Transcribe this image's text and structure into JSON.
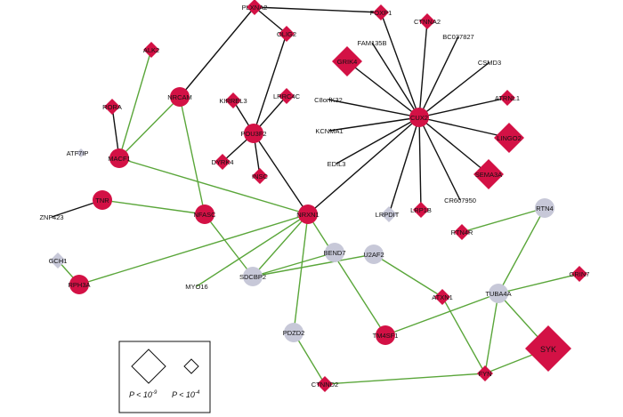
{
  "colors": {
    "green": "#5aa63a",
    "black": "#111111",
    "red": "#d31145",
    "grey": "#c7c8d8"
  },
  "nodes": [
    {
      "id": "PLXNA2",
      "label": "PLXNA2",
      "shape": "diamond",
      "color": "red"
    },
    {
      "id": "FOXP1",
      "label": "FOXP1",
      "shape": "diamond",
      "color": "red"
    },
    {
      "id": "CTNNA2",
      "label": "CTNNA2",
      "shape": "diamond",
      "color": "red"
    },
    {
      "id": "ALK2",
      "label": "ALK2",
      "shape": "diamond",
      "color": "red"
    },
    {
      "id": "OLIG2",
      "label": "OLIG2",
      "shape": "diamond",
      "color": "red"
    },
    {
      "id": "FAM135B",
      "label": "FAM135B",
      "shape": "none",
      "color": "none"
    },
    {
      "id": "BC037827",
      "label": "BC037827",
      "shape": "none",
      "color": "none"
    },
    {
      "id": "GRIK4",
      "label": "GRIK4",
      "shape": "diamond-lg",
      "color": "red"
    },
    {
      "id": "CSMD3",
      "label": "CSMD3",
      "shape": "none",
      "color": "none"
    },
    {
      "id": "NRCAM",
      "label": "NRCAM",
      "shape": "circle",
      "color": "red"
    },
    {
      "id": "KIRREL3",
      "label": "KIRREL3",
      "shape": "diamond",
      "color": "red"
    },
    {
      "id": "LRRC4C",
      "label": "LRRC4C",
      "shape": "diamond",
      "color": "red"
    },
    {
      "id": "C8orf32",
      "label": "C8orfK32",
      "shape": "none",
      "color": "none"
    },
    {
      "id": "ATRNL1",
      "label": "ATRNL1",
      "shape": "diamond",
      "color": "red"
    },
    {
      "id": "RORA",
      "label": "RORA",
      "shape": "diamond",
      "color": "red"
    },
    {
      "id": "CUX2",
      "label": "CUX2",
      "shape": "circle",
      "color": "red"
    },
    {
      "id": "POU3F2",
      "label": "POU3F2",
      "shape": "circle",
      "color": "red"
    },
    {
      "id": "KCNMA1",
      "label": "KCNMA1",
      "shape": "none",
      "color": "none"
    },
    {
      "id": "LINGO2",
      "label": "LINGO2",
      "shape": "diamond-lg",
      "color": "red"
    },
    {
      "id": "ATF7IP",
      "label": "ATF7IP",
      "shape": "diamond-sm",
      "color": "grey"
    },
    {
      "id": "MACF1",
      "label": "MACF1",
      "shape": "circle",
      "color": "red"
    },
    {
      "id": "DYRK4",
      "label": "DYRK4",
      "shape": "diamond",
      "color": "red"
    },
    {
      "id": "EDIL3",
      "label": "EDIL3",
      "shape": "none",
      "color": "none"
    },
    {
      "id": "INSC",
      "label": "INSC",
      "shape": "diamond",
      "color": "red"
    },
    {
      "id": "SEMA3A",
      "label": "SEMA3A",
      "shape": "diamond-lg",
      "color": "red"
    },
    {
      "id": "TNR",
      "label": "TNR",
      "shape": "circle",
      "color": "red"
    },
    {
      "id": "CR607950",
      "label": "CR607950",
      "shape": "none",
      "color": "none"
    },
    {
      "id": "LRP1B",
      "label": "LRP1B",
      "shape": "diamond",
      "color": "red"
    },
    {
      "id": "ZNF423",
      "label": "ZNF423",
      "shape": "none",
      "color": "none"
    },
    {
      "id": "NFASC",
      "label": "NFASC",
      "shape": "circle",
      "color": "red"
    },
    {
      "id": "NRXN1",
      "label": "NRXN1",
      "shape": "circle",
      "color": "red"
    },
    {
      "id": "LRPDIT",
      "label": "LRPDIT",
      "shape": "diamond",
      "color": "grey"
    },
    {
      "id": "RTN4",
      "label": "RTN4",
      "shape": "circle",
      "color": "grey"
    },
    {
      "id": "RTN4R",
      "label": "RTN4R",
      "shape": "diamond",
      "color": "red"
    },
    {
      "id": "GCH1",
      "label": "GCH1",
      "shape": "diamond",
      "color": "grey"
    },
    {
      "id": "BEND7",
      "label": "BEND7",
      "shape": "circle",
      "color": "grey"
    },
    {
      "id": "U2AF2",
      "label": "U2AF2",
      "shape": "circle",
      "color": "grey"
    },
    {
      "id": "RPH3A",
      "label": "RPH3A",
      "shape": "circle",
      "color": "red"
    },
    {
      "id": "SDCBP2",
      "label": "SDCBP2",
      "shape": "circle",
      "color": "grey"
    },
    {
      "id": "MYO16",
      "label": "MYO16",
      "shape": "none",
      "color": "none"
    },
    {
      "id": "GRIN7",
      "label": "GRIN7",
      "shape": "diamond",
      "color": "red"
    },
    {
      "id": "TUBA4A",
      "label": "TUBA4A",
      "shape": "circle",
      "color": "grey"
    },
    {
      "id": "ATXN1",
      "label": "ATXN1",
      "shape": "diamond",
      "color": "red"
    },
    {
      "id": "PDZD2",
      "label": "PDZD2",
      "shape": "circle",
      "color": "grey"
    },
    {
      "id": "TM4SF1",
      "label": "TM4SF1",
      "shape": "circle",
      "color": "red"
    },
    {
      "id": "SYK",
      "label": "SYK",
      "shape": "diamond-xl",
      "color": "red"
    },
    {
      "id": "FYN",
      "label": "FYN",
      "shape": "diamond",
      "color": "red"
    },
    {
      "id": "CTNND2",
      "label": "CTNND2",
      "shape": "diamond",
      "color": "red"
    }
  ],
  "edges": [
    [
      "PLXNA2",
      "FOXP1",
      "black"
    ],
    [
      "PLXNA2",
      "OLIG2",
      "black"
    ],
    [
      "PLXNA2",
      "NRCAM",
      "black"
    ],
    [
      "FOXP1",
      "CUX2",
      "black"
    ],
    [
      "OLIG2",
      "POU3F2",
      "black"
    ],
    [
      "ALK2",
      "MACF1",
      "green"
    ],
    [
      "NRCAM",
      "MACF1",
      "green"
    ],
    [
      "NRCAM",
      "NFASC",
      "green"
    ],
    [
      "RORA",
      "MACF1",
      "black"
    ],
    [
      "MACF1",
      "NRXN1",
      "green"
    ],
    [
      "POU3F2",
      "NRXN1",
      "black"
    ],
    [
      "POU3F2",
      "KIRREL3",
      "black"
    ],
    [
      "POU3F2",
      "LRRC4C",
      "black"
    ],
    [
      "POU3F2",
      "DYRK4",
      "black"
    ],
    [
      "POU3F2",
      "INSC",
      "black"
    ],
    [
      "CUX2",
      "CTNNA2",
      "black"
    ],
    [
      "CUX2",
      "FAM135B",
      "black"
    ],
    [
      "CUX2",
      "BC037827",
      "black"
    ],
    [
      "CUX2",
      "GRIK4",
      "black"
    ],
    [
      "CUX2",
      "CSMD3",
      "black"
    ],
    [
      "CUX2",
      "C8orf32",
      "black"
    ],
    [
      "CUX2",
      "ATRNL1",
      "black"
    ],
    [
      "CUX2",
      "KCNMA1",
      "black"
    ],
    [
      "CUX2",
      "LINGO2",
      "black"
    ],
    [
      "CUX2",
      "EDIL3",
      "black"
    ],
    [
      "CUX2",
      "SEMA3A",
      "black"
    ],
    [
      "CUX2",
      "CR607950",
      "black"
    ],
    [
      "CUX2",
      "LRP1B",
      "black"
    ],
    [
      "CUX2",
      "LRPDIT",
      "black"
    ],
    [
      "CUX2",
      "NRXN1",
      "black"
    ],
    [
      "TNR",
      "ZNF423",
      "black"
    ],
    [
      "TNR",
      "NFASC",
      "green"
    ],
    [
      "NFASC",
      "SDCBP2",
      "green"
    ],
    [
      "NRXN1",
      "RPH3A",
      "green"
    ],
    [
      "NRXN1",
      "MYO16",
      "green"
    ],
    [
      "NRXN1",
      "SDCBP2",
      "green"
    ],
    [
      "NRXN1",
      "TM4SF1",
      "green"
    ],
    [
      "NRXN1",
      "PDZD2",
      "green"
    ],
    [
      "GCH1",
      "RPH3A",
      "green"
    ],
    [
      "SDCBP2",
      "BEND7",
      "green"
    ],
    [
      "SDCBP2",
      "U2AF2",
      "green"
    ],
    [
      "RTN4",
      "RTN4R",
      "green"
    ],
    [
      "RTN4",
      "TUBA4A",
      "green"
    ],
    [
      "U2AF2",
      "ATXN1",
      "green"
    ],
    [
      "ATXN1",
      "FYN",
      "green"
    ],
    [
      "TUBA4A",
      "GRIN7",
      "green"
    ],
    [
      "TUBA4A",
      "TM4SF1",
      "green"
    ],
    [
      "TUBA4A",
      "FYN",
      "green"
    ],
    [
      "TUBA4A",
      "SYK",
      "green"
    ],
    [
      "PDZD2",
      "CTNND2",
      "green"
    ],
    [
      "SYK",
      "FYN",
      "green"
    ],
    [
      "FYN",
      "CTNND2",
      "green"
    ]
  ],
  "legend": {
    "large": {
      "p": "P",
      "sign": " < 10",
      "exp": "-9"
    },
    "small": {
      "p": "P",
      "sign": " < 10",
      "exp": "-4"
    }
  }
}
